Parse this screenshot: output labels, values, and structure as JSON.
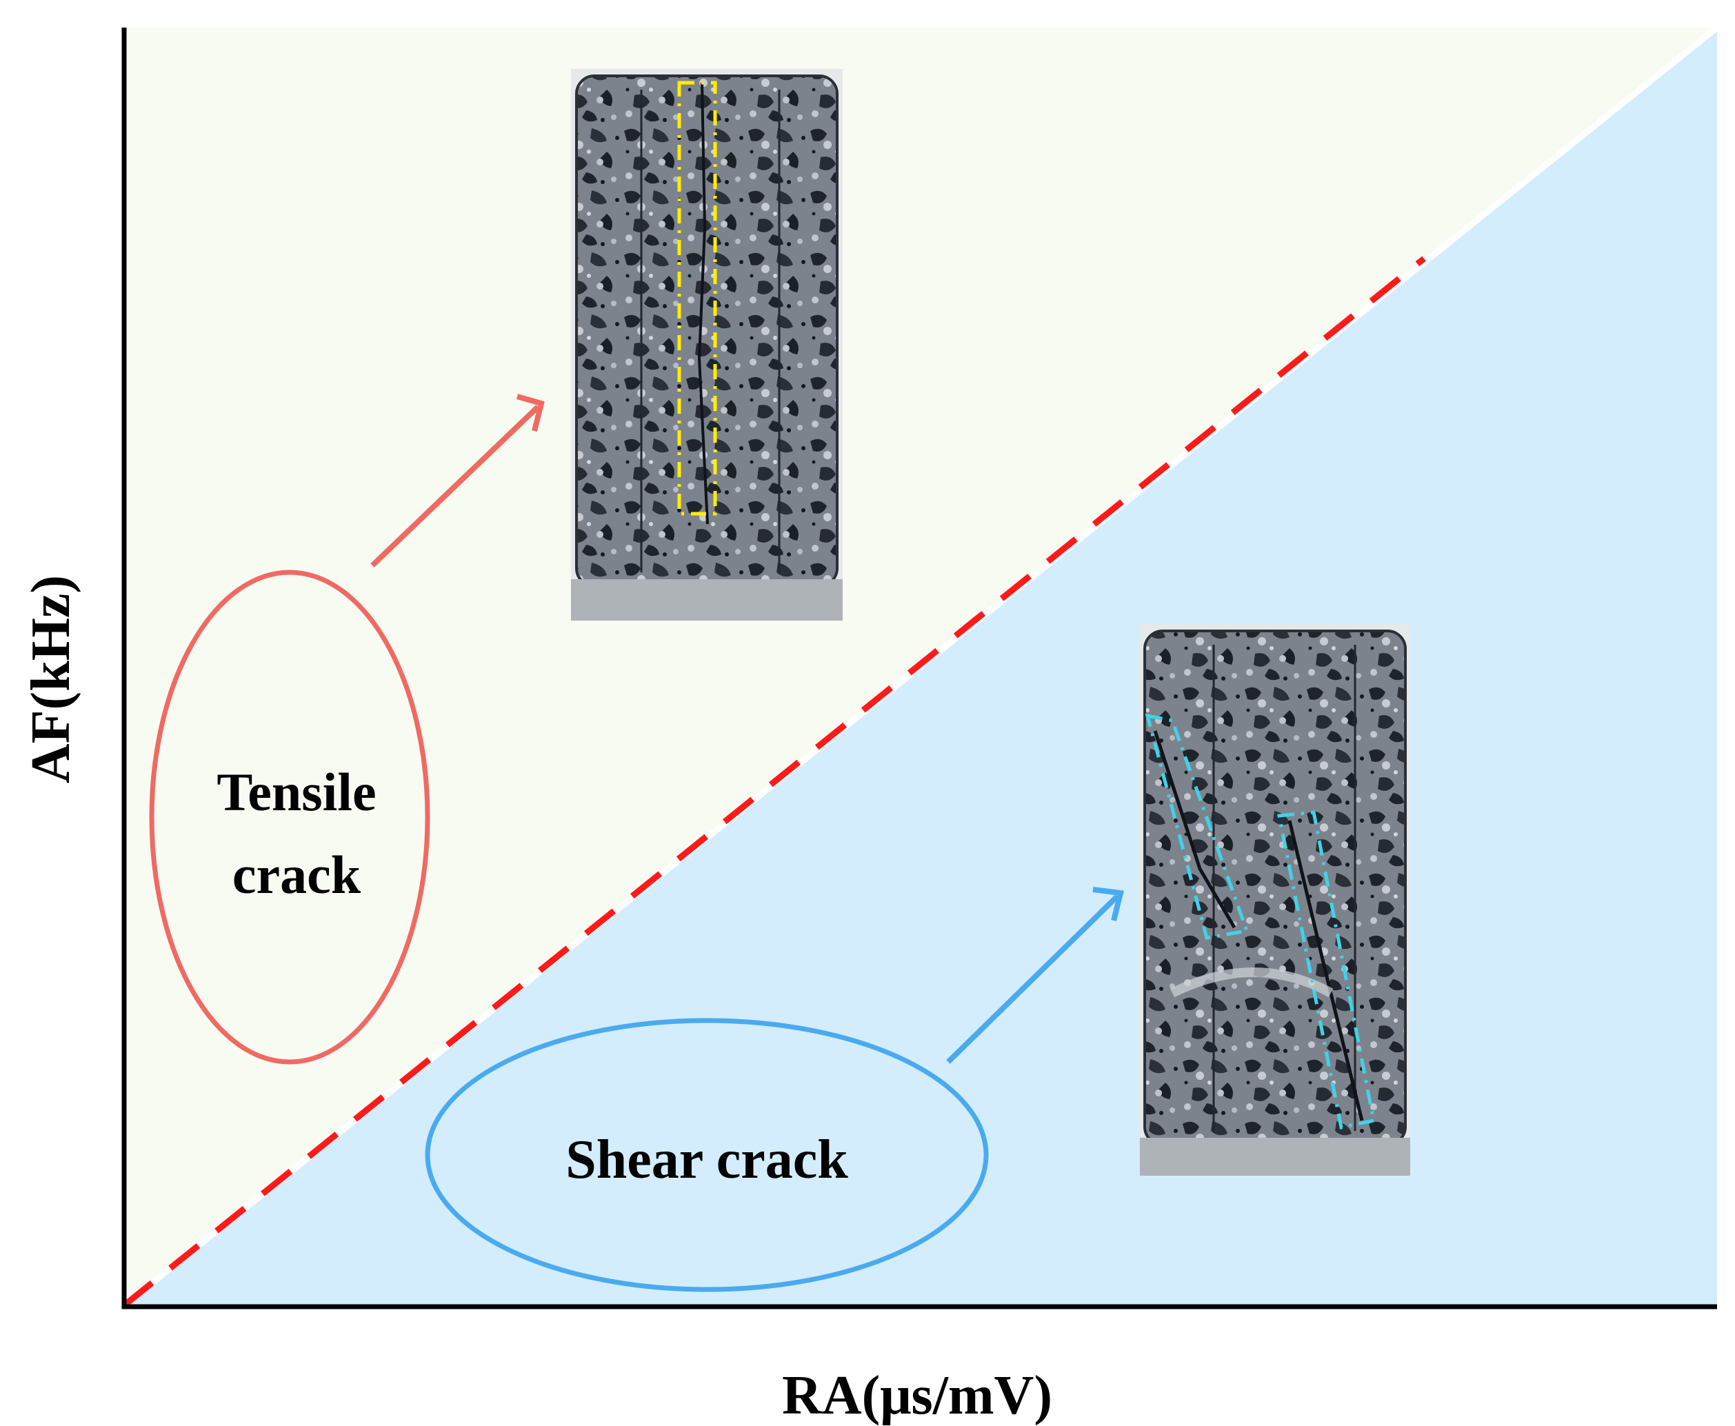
{
  "figure": {
    "x_axis_label": "RA(μs/mV)",
    "y_axis_label": "AF(kHz)",
    "tensile_label_line1": "Tensile",
    "tensile_label_line2": "crack",
    "shear_label": "Shear crack"
  },
  "colors": {
    "tensile_region": "#f8fbf2",
    "shear_region": "#d3edfc",
    "boundary_line": "#ff1a1a",
    "tensile_accent": "#ef6a63",
    "shear_accent": "#4aaaf0",
    "tensile_box": "#ffee00",
    "shear_box": "#3fd3e8",
    "axis": "#000000"
  },
  "icons": {
    "tensile_specimen": "rock-cylinder-photo-vertical-crack",
    "shear_specimen": "rock-cylinder-photo-inclined-cracks"
  }
}
